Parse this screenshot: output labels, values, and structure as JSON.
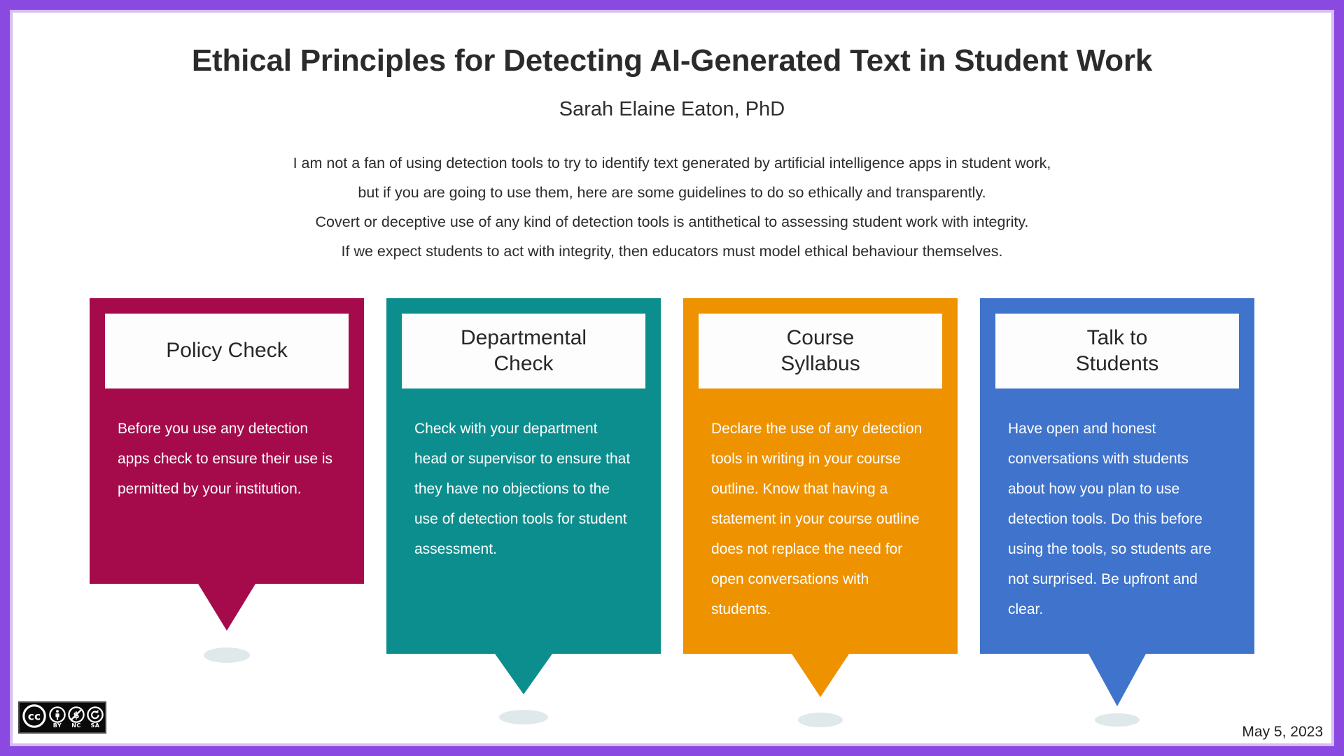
{
  "poster": {
    "title": "Ethical Principles for Detecting AI-Generated Text in Student Work",
    "author": "Sarah Elaine Eaton, PhD",
    "intro_lines": [
      "I am not a fan of using detection tools to try to identify text generated by artificial intelligence apps in student work,",
      "but if you are going to use them, here are some guidelines to do so ethically and transparently.",
      "Covert or deceptive use of any kind of detection tools is antithetical to assessing student work with integrity.",
      "If we expect students to act with integrity, then educators must model ethical behaviour themselves."
    ],
    "date": "May 5, 2023",
    "frame_color": "#8A49E0",
    "frame_inner_color": "#D6BDF2",
    "background_color": "#FFFFFF",
    "title_color": "#2B2B2B",
    "shadow_color": "#DFE8EA"
  },
  "license": {
    "name": "cc-by-nc-sa-badge",
    "marks": [
      "CC",
      "BY",
      "NC",
      "SA"
    ],
    "by_label": "BY",
    "nc_label": "NC",
    "sa_label": "SA",
    "cc_label": "CC"
  },
  "cards": [
    {
      "id": "policy-check",
      "heading": "Policy Check",
      "body": "Before you use any detection apps check to ensure their use is permitted by your institution.",
      "color": "#A50B4B",
      "header_bg": "#FDFDFD",
      "body_height": 408,
      "tail_height": 67,
      "shadow_width": 66,
      "shadow_height": 22,
      "shadow_gap": 24
    },
    {
      "id": "departmental-check",
      "heading": "Departmental\nCheck",
      "body": "Check with your department head or supervisor to ensure that they have no objections to the use of detection tools for student assessment.",
      "color": "#0D8E8E",
      "header_bg": "#FDFDFD",
      "body_height": 508,
      "tail_height": 58,
      "shadow_width": 70,
      "shadow_height": 21,
      "shadow_gap": 22
    },
    {
      "id": "course-syllabus",
      "heading": "Course\nSyllabus",
      "body": "Declare the use of any detection tools in writing in your course outline. Know that having a statement in your course outline does not replace the need for open conversations with students.",
      "color": "#EE9200",
      "header_bg": "#FDFDFD",
      "body_height": 508,
      "tail_height": 62,
      "shadow_width": 64,
      "shadow_height": 21,
      "shadow_gap": 22
    },
    {
      "id": "talk-to-students",
      "heading": "Talk to\nStudents",
      "body": "Have open and honest conversations with students about how you plan to use detection tools. Do this before using the tools, so students are not surprised. Be upfront and clear.",
      "color": "#3F73CC",
      "header_bg": "#FDFDFD",
      "body_height": 508,
      "tail_height": 75,
      "shadow_width": 64,
      "shadow_height": 19,
      "shadow_gap": 10
    }
  ]
}
